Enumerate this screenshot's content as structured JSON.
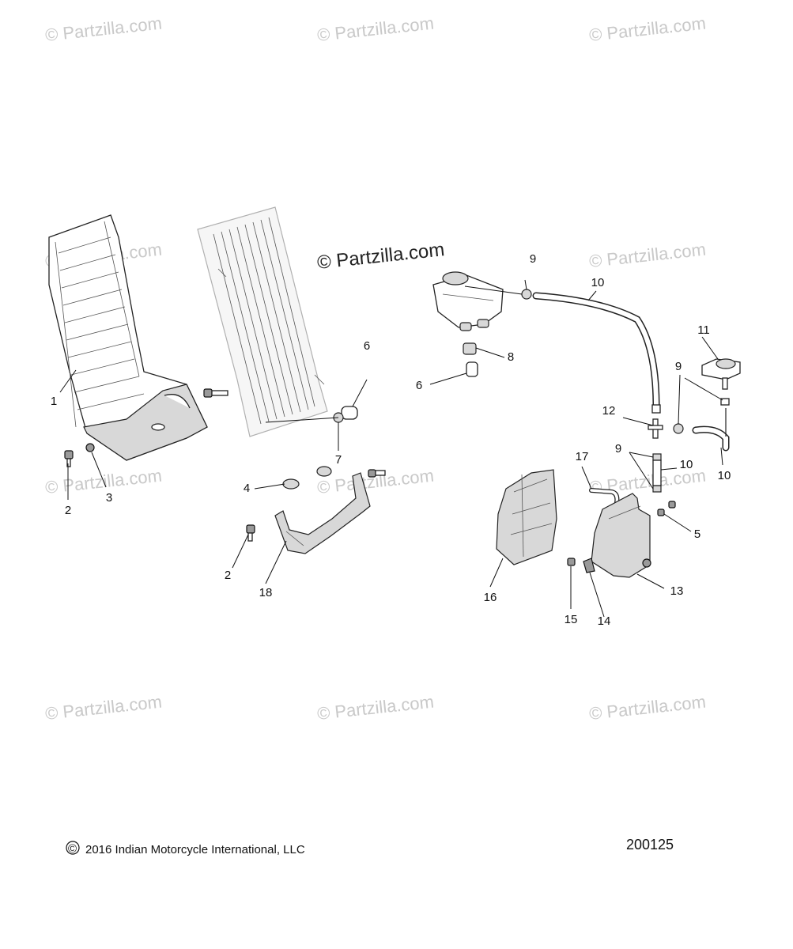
{
  "watermark": {
    "text": "© Partzilla.com"
  },
  "callouts": {
    "c1": "1",
    "c2a": "2",
    "c2b": "2",
    "c3": "3",
    "c4": "4",
    "c5": "5",
    "c6a": "6",
    "c6b": "6",
    "c7": "7",
    "c8": "8",
    "c9a": "9",
    "c9b": "9",
    "c9c": "9",
    "c10a": "10",
    "c10b": "10",
    "c10c": "10",
    "c11": "11",
    "c12": "12",
    "c13": "13",
    "c14": "14",
    "c15": "15",
    "c16": "16",
    "c17": "17",
    "c18": "18"
  },
  "footer": {
    "copyright": "2016 Indian Motorcycle International, LLC",
    "copyright_symbol": "©",
    "diagram_code": "200125"
  }
}
